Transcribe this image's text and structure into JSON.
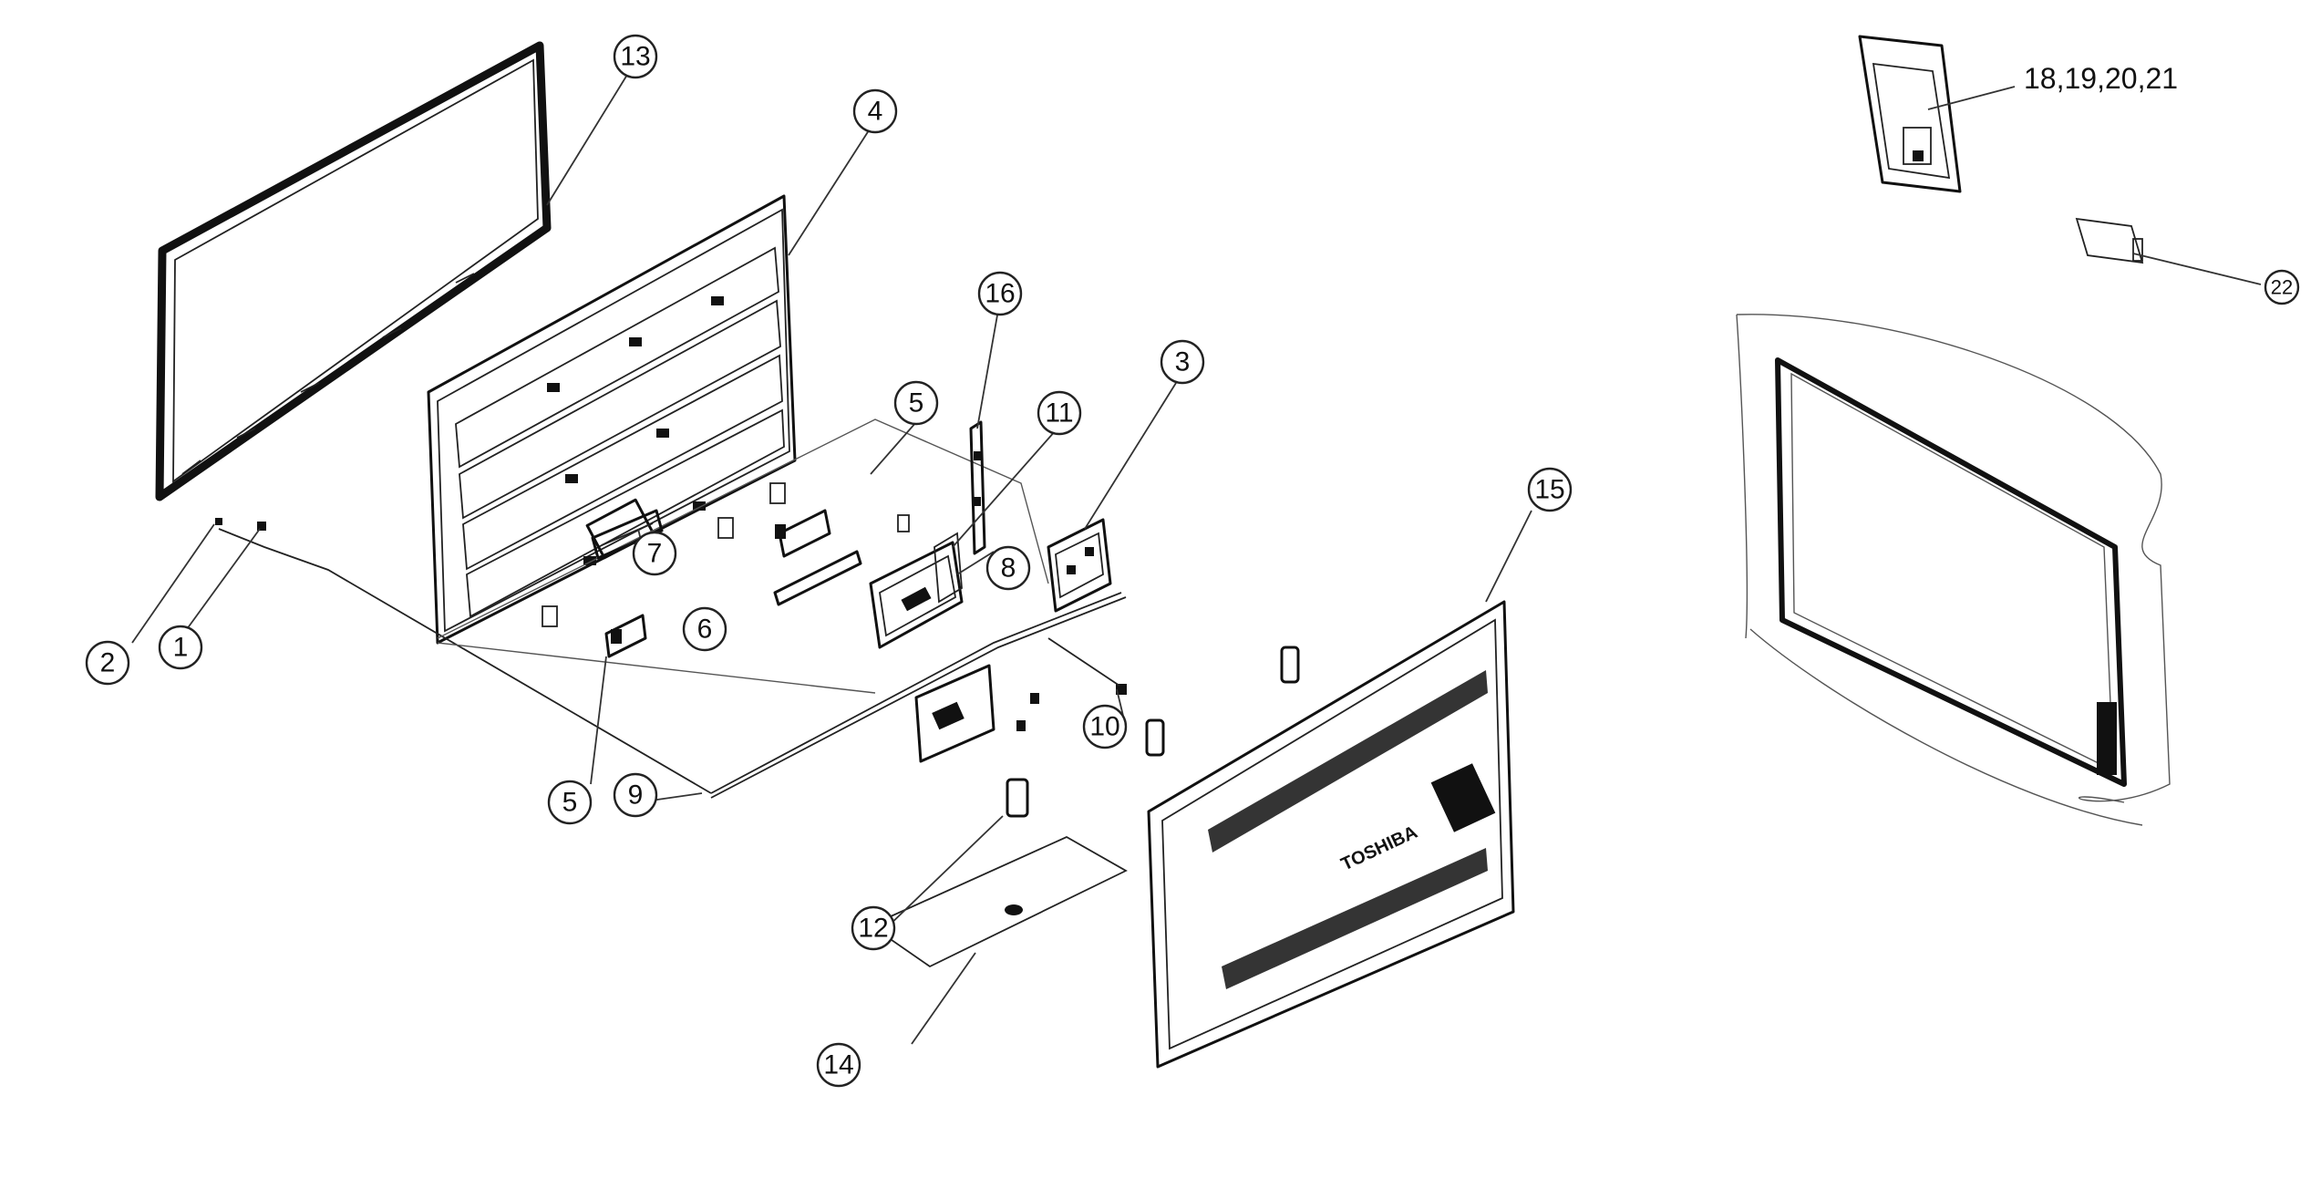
{
  "callouts": {
    "c1": "1",
    "c2": "2",
    "c3": "3",
    "c4": "4",
    "c5a": "5",
    "c5b": "5",
    "c6": "6",
    "c7": "7",
    "c8": "8",
    "c9": "9",
    "c10": "10",
    "c11": "11",
    "c12": "12",
    "c13": "13",
    "c14": "14",
    "c15": "15",
    "c16": "16",
    "c22": "22"
  },
  "labels": {
    "remote_parts": "18,19,20,21"
  },
  "rear_cover_logo": "TOSHIBA"
}
